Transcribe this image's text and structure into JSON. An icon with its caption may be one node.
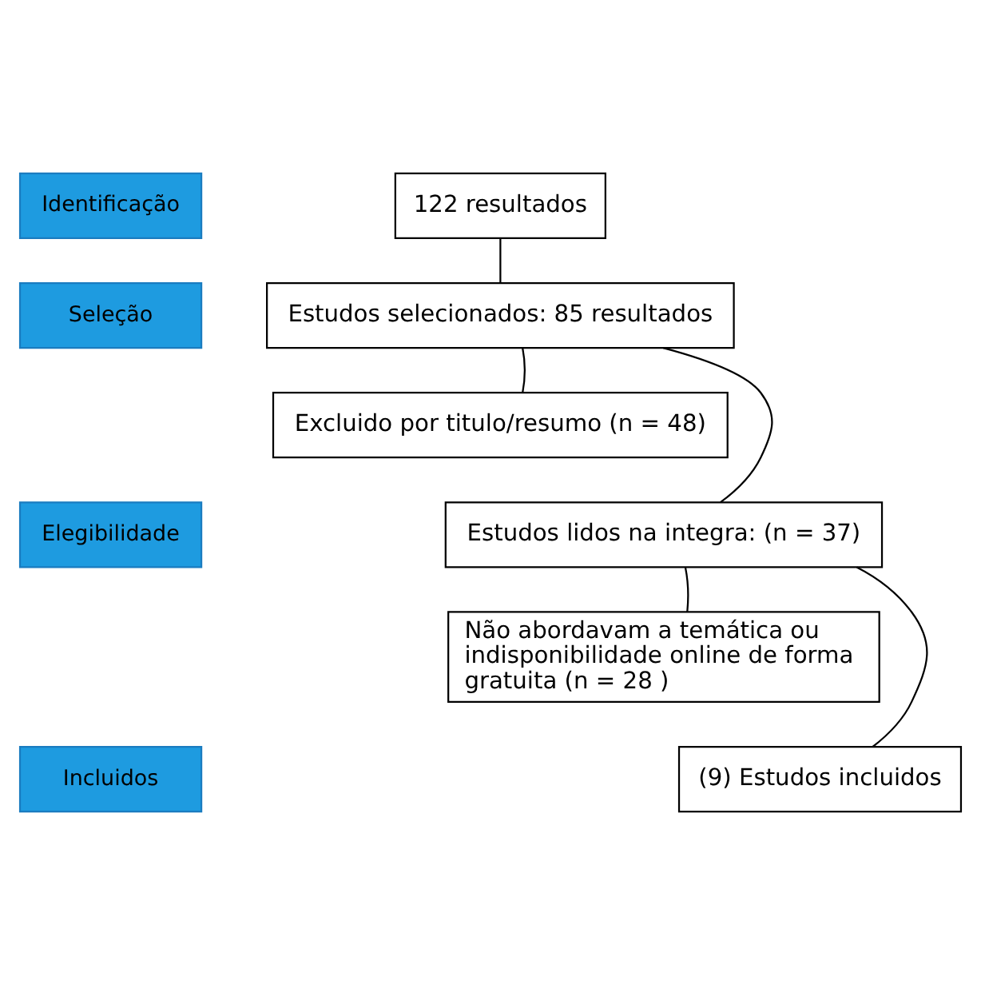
{
  "diagram": {
    "nodes": [
      {
        "text": [
          "Identificação"
        ]
      },
      {
        "text": [
          "122 resultados"
        ]
      },
      {
        "text": [
          "Seleção"
        ]
      },
      {
        "text": [
          "Estudos selecionados: 85 resultados"
        ]
      },
      {
        "text": [
          "Excluido por titulo/resumo (n = 48)"
        ]
      },
      {
        "text": [
          "Elegibilidade"
        ]
      },
      {
        "text": [
          "Estudos lidos na integra: (n = 37)"
        ]
      },
      {
        "text": [
          "Não abordavam a temática ou indisponibilidade online de forma gratuita (n = 28 )"
        ]
      },
      {
        "text": [
          "Incluidos"
        ]
      },
      {
        "text": [
          "(9) Estudos incluidos"
        ]
      }
    ],
    "edges": [
      {
        "from": 1,
        "to": 3,
        "arrow": "none"
      },
      {
        "from": 3,
        "to": 6,
        "arrow": "none"
      },
      {
        "from": 3,
        "to": 4,
        "arrow": "none"
      },
      {
        "from": 6,
        "to": 9,
        "arrow": "none"
      },
      {
        "from": 6,
        "to": 7,
        "arrow": "none"
      }
    ]
  }
}
